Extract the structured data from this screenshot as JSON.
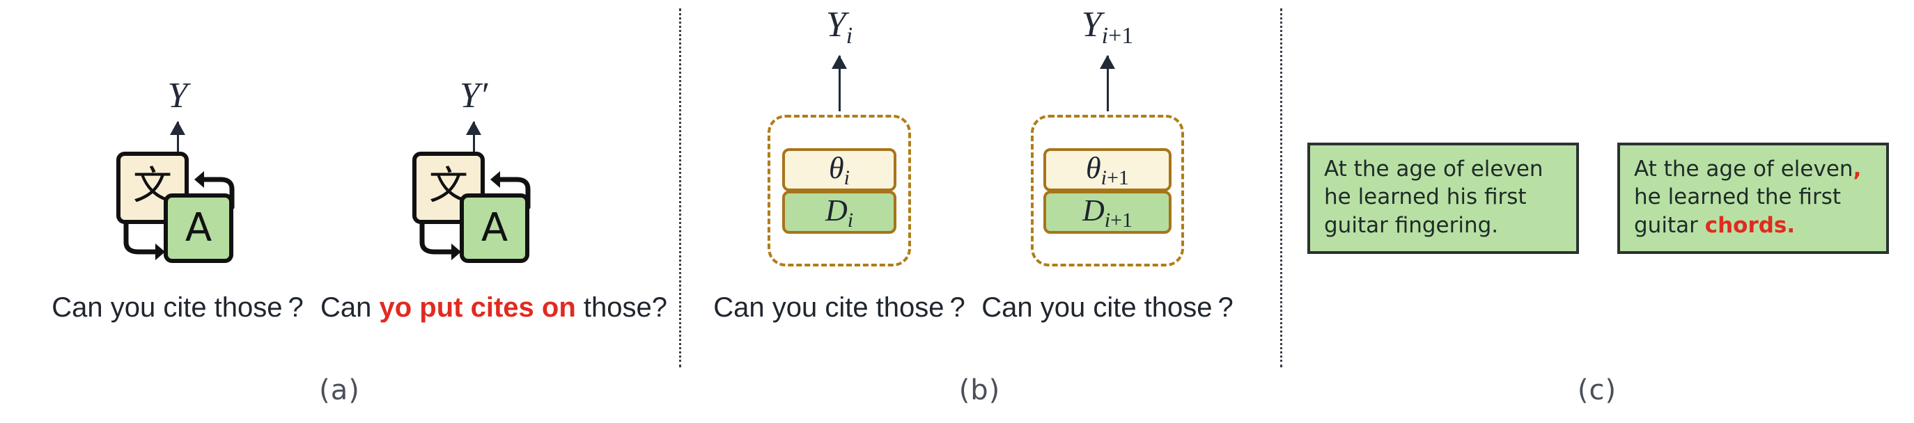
{
  "figure": {
    "panels": [
      {
        "id": "a",
        "label": "(a)",
        "units": [
          {
            "output_symbol": "Y",
            "output_prime": "",
            "icon": {
              "source_glyph": "文",
              "target_glyph": "A",
              "name": "translate-icon"
            },
            "caption_parts": [
              {
                "text": "Can you cite those ?",
                "highlight": false
              }
            ]
          },
          {
            "output_symbol": "Y",
            "output_prime": "′",
            "icon": {
              "source_glyph": "文",
              "target_glyph": "A",
              "name": "translate-icon"
            },
            "caption_parts": [
              {
                "text": "Can ",
                "highlight": false
              },
              {
                "text": "yo put cites on",
                "highlight": true
              },
              {
                "text": " those?",
                "highlight": false
              }
            ]
          }
        ]
      },
      {
        "id": "b",
        "label": "(b)",
        "units": [
          {
            "output_base": "Y",
            "output_sub": "i",
            "output_sub_plain": "",
            "param_base": "θ",
            "param_sub": "i",
            "param_sub_plain": "",
            "data_base": "D",
            "data_sub": "i",
            "data_sub_plain": "",
            "caption_parts": [
              {
                "text": "Can you cite those ?",
                "highlight": false
              }
            ]
          },
          {
            "output_base": "Y",
            "output_sub": "i",
            "output_sub_plain": "+1",
            "param_base": "θ",
            "param_sub": "i",
            "param_sub_plain": "+1",
            "data_base": "D",
            "data_sub": "i",
            "data_sub_plain": "+1",
            "caption_parts": [
              {
                "text": "Can you cite those ?",
                "highlight": false
              }
            ]
          }
        ]
      },
      {
        "id": "c",
        "label": "(c)",
        "cards": [
          {
            "parts": [
              {
                "text": "At the age of eleven he learned his first guitar fingering.",
                "highlight": false
              }
            ]
          },
          {
            "parts": [
              {
                "text": "At the age of eleven",
                "highlight": false
              },
              {
                "text": ",",
                "highlight": true
              },
              {
                "text": " he learned the first guitar ",
                "highlight": false
              },
              {
                "text": "chords.",
                "highlight": true
              }
            ]
          }
        ]
      }
    ]
  },
  "colors": {
    "highlight_red": "#e02b20",
    "panel_text": "#20262f",
    "icon_source_fill": "#f8eed4",
    "icon_target_fill": "#b5dda0",
    "param_fill": "#faf4dd",
    "data_fill": "#b5dda0",
    "dash_border": "#b07d18",
    "param_border": "#a8741a",
    "card_fill": "#b9e0a4",
    "card_border": "#2a3330",
    "divider": "#3a3f4a",
    "label_gray": "#4a4f58"
  }
}
